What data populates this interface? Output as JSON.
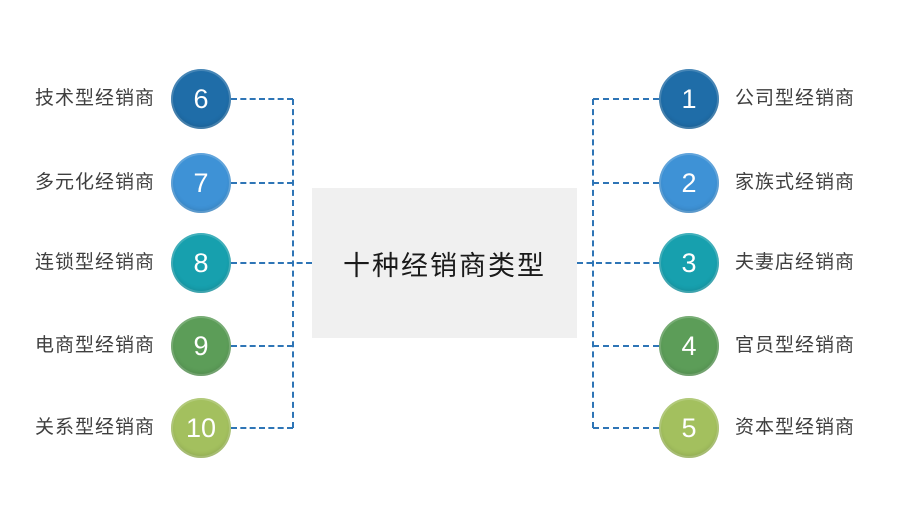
{
  "title": "十种经销商类型",
  "colors": {
    "connector": "#2E75B6",
    "box_bg": "#F0F0F0",
    "title_color": "#1A1A1A",
    "label_color": "#3F3F3F",
    "number_color": "#FFFFFF"
  },
  "left_items": [
    {
      "number": "6",
      "label": "技术型经销商",
      "color": "#1F6DA8"
    },
    {
      "number": "7",
      "label": "多元化经销商",
      "color": "#3E92D6"
    },
    {
      "number": "8",
      "label": "连锁型经销商",
      "color": "#17A0AE"
    },
    {
      "number": "9",
      "label": "电商型经销商",
      "color": "#5C9D58"
    },
    {
      "number": "10",
      "label": "关系型经销商",
      "color": "#A3C05E"
    }
  ],
  "right_items": [
    {
      "number": "1",
      "label": "公司型经销商",
      "color": "#1F6DA8"
    },
    {
      "number": "2",
      "label": "家族式经销商",
      "color": "#3E92D6"
    },
    {
      "number": "3",
      "label": "夫妻店经销商",
      "color": "#17A0AE"
    },
    {
      "number": "4",
      "label": "官员型经销商",
      "color": "#5C9D58"
    },
    {
      "number": "5",
      "label": "资本型经销商",
      "color": "#A3C05E"
    }
  ]
}
